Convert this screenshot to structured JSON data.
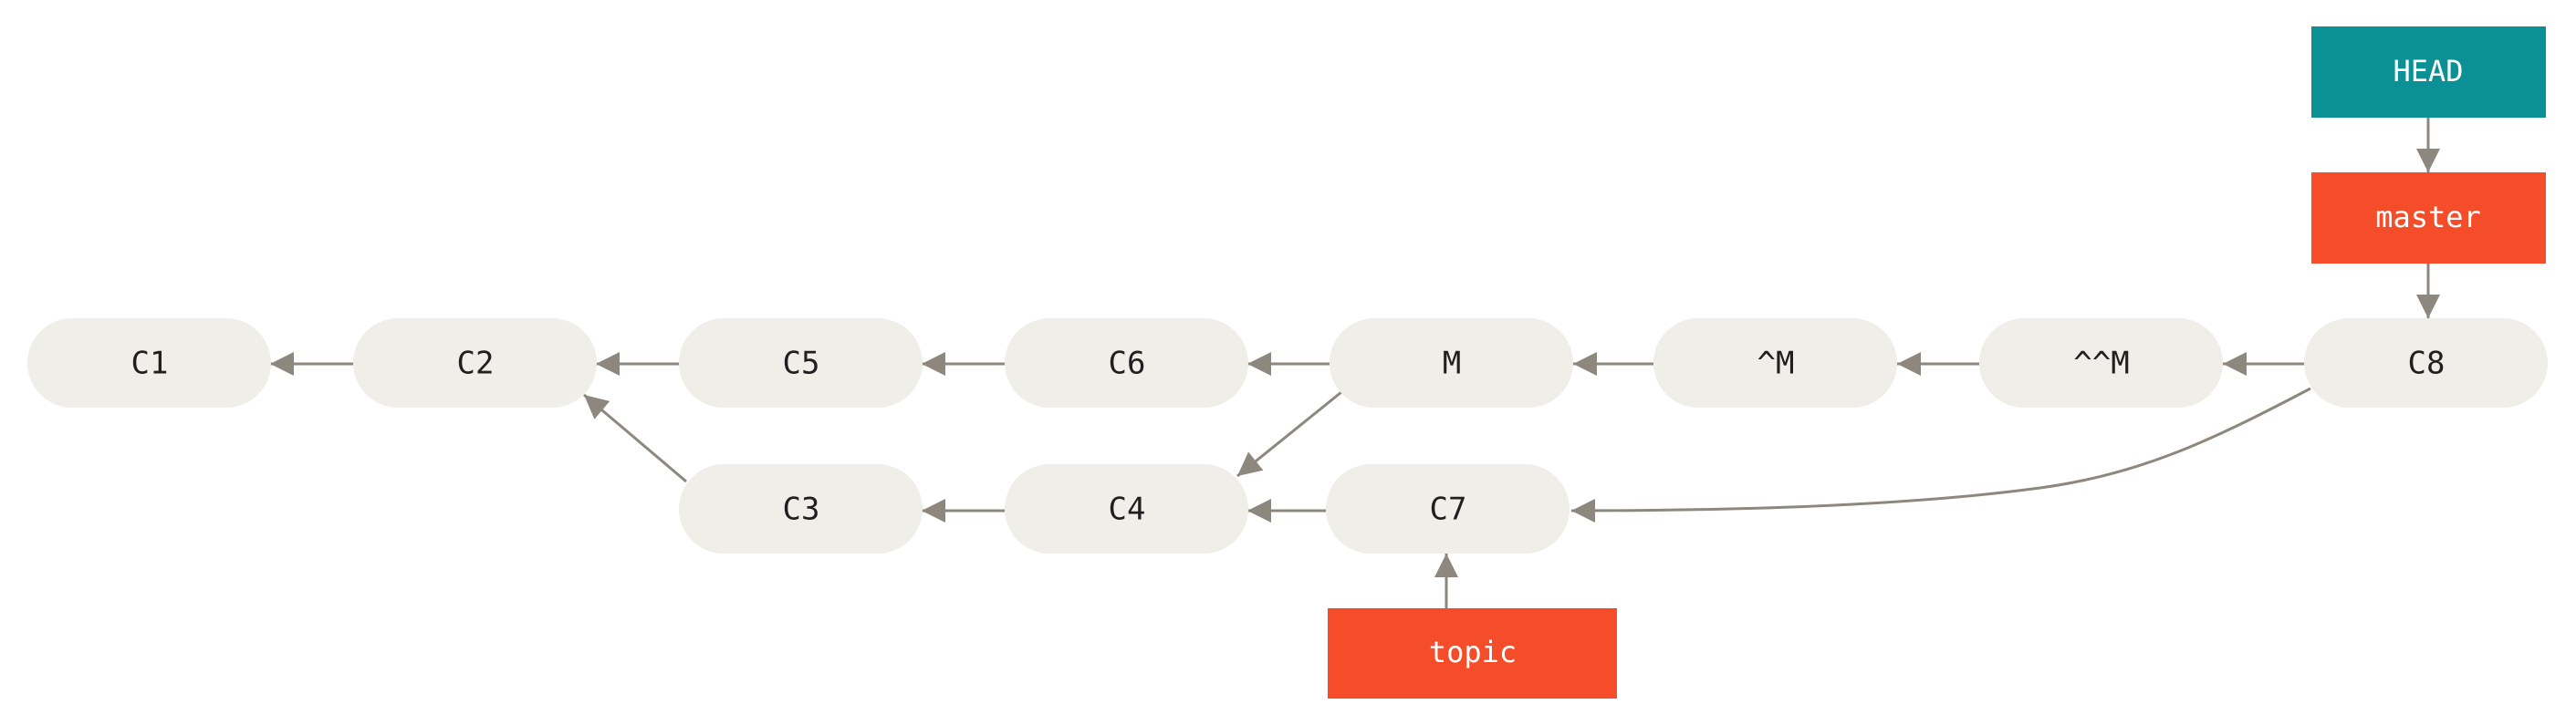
{
  "colors": {
    "commit_fill": "#efeee8",
    "commit_text": "#1f1f1f",
    "edge": "#8d877e",
    "branch_fill": "#f54d29",
    "head_fill": "#0b9096",
    "ref_text": "#ffffff"
  },
  "commits": {
    "c1": "C1",
    "c2": "C2",
    "c5": "C5",
    "c6": "C6",
    "m": "M",
    "m1": "^M",
    "m2": "^^M",
    "c8": "C8",
    "c3": "C3",
    "c4": "C4",
    "c7": "C7"
  },
  "refs": {
    "head": "HEAD",
    "master": "master",
    "topic": "topic"
  }
}
